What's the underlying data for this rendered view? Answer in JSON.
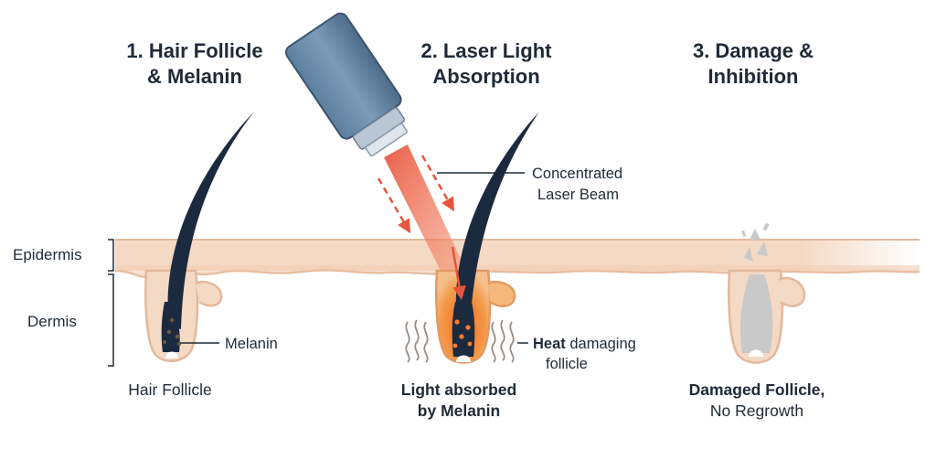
{
  "steps": [
    {
      "title_line1": "1. Hair Follicle",
      "title_line2": "& Melanin"
    },
    {
      "title_line1": "2. Laser Light",
      "title_line2": "Absorption"
    },
    {
      "title_line1": "3. Damage &",
      "title_line2": "Inhibition"
    }
  ],
  "layers": {
    "epidermis": "Epidermis",
    "dermis": "Dermis"
  },
  "callouts": {
    "melanin": "Melanin",
    "beam_line1": "Concentrated",
    "beam_line2": "Laser Beam",
    "heat_bold": "Heat",
    "heat_rest": " damaging",
    "heat_line2": "follicle"
  },
  "captions": {
    "hair_follicle": "Hair Follicle",
    "absorbed_line1": "Light absorbed",
    "absorbed_line2": "by Melanin",
    "damaged_line1": "Damaged Follicle,",
    "damaged_line2": "No Regrowth"
  },
  "colors": {
    "skin": "#f4d9c4",
    "skin_outline": "#e2b99c",
    "hair": "#1c2a40",
    "laser": "#e8553d",
    "heat": "#f07a24",
    "damaged": "#c9c9c9"
  }
}
